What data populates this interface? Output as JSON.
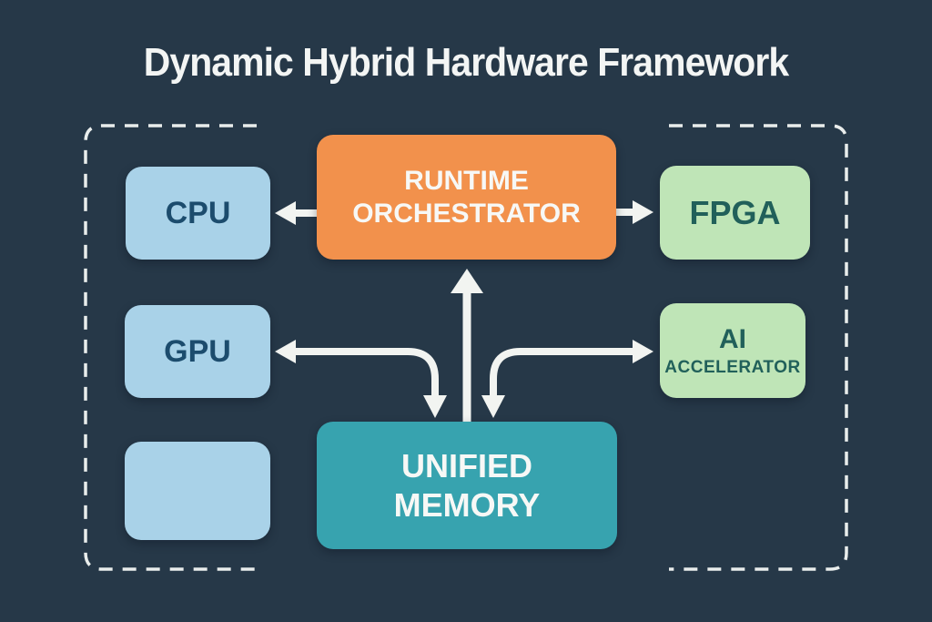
{
  "title": "Dynamic Hybrid Hardware Framework",
  "colors": {
    "background": "#263848",
    "dashed_frame": "#E9EDEC",
    "arrow": "#F2F4F1",
    "orchestrator_fill": "#F2914C",
    "cpu_gpu_fill": "#A9D2E8",
    "cpu_gpu_text": "#1C4C6D",
    "fpga_ai_fill": "#BFE5B7",
    "fpga_ai_text": "#21605A",
    "memory_fill": "#37A3AF",
    "light_text": "#F7F8F6"
  },
  "nodes": {
    "orchestrator": {
      "lines": [
        "RUNTIME",
        "ORCHESTRATOR"
      ]
    },
    "cpu": {
      "label": "CPU"
    },
    "gpu": {
      "label": "GPU"
    },
    "spare": {
      "label": ""
    },
    "fpga": {
      "label": "FPGA"
    },
    "ai_accelerator": {
      "lines": [
        "AI",
        "ACCELERATOR"
      ]
    },
    "unified_memory": {
      "lines": [
        "UNIFIED",
        "MEMORY"
      ]
    }
  },
  "connections": [
    "orchestrator -> cpu",
    "orchestrator -> fpga",
    "unified_memory -> orchestrator",
    "gpu <-> unified_memory",
    "unified_memory <-> ai_accelerator"
  ]
}
